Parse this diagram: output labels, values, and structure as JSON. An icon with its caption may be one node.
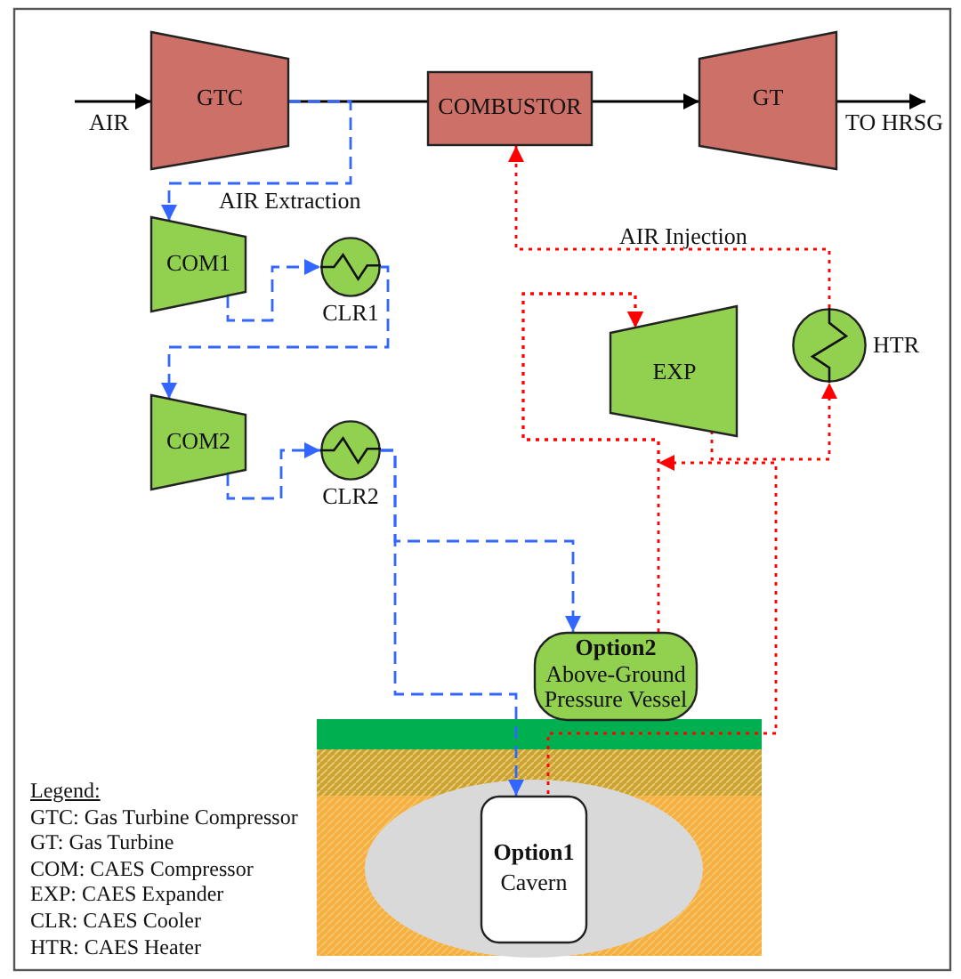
{
  "diagram": {
    "nodes": [
      {
        "text": [
          "GTC"
        ]
      },
      {
        "text": [
          "COMBUSTOR"
        ]
      },
      {
        "text": [
          "GT"
        ]
      },
      {
        "text": [
          "COM1"
        ]
      },
      {
        "text": [
          "CLR1"
        ]
      },
      {
        "text": [
          "COM2"
        ]
      },
      {
        "text": [
          "CLR2"
        ]
      },
      {
        "text": [
          "EXP"
        ]
      },
      {
        "text": [
          "HTR"
        ]
      },
      {
        "text": [
          "Option2",
          "Above-Ground Pressure Vessel"
        ]
      },
      {
        "text": [
          "Option1",
          "Cavern"
        ]
      }
    ],
    "edges": [
      {
        "from": null,
        "to": 0,
        "arrow": "to",
        "color": "#000000",
        "label": "AIR"
      },
      {
        "from": 0,
        "to": 1,
        "arrow": "none",
        "color": "#000000"
      },
      {
        "from": 1,
        "to": 2,
        "arrow": "to",
        "color": "#000000"
      },
      {
        "from": 2,
        "to": null,
        "arrow": "to",
        "color": "#000000",
        "label": "TO HRSG"
      },
      {
        "from": 0,
        "to": 3,
        "arrow": "to",
        "style": "dashed",
        "color": "#3366ff",
        "label": "AIR Extraction"
      },
      {
        "from": 3,
        "to": 4,
        "arrow": "to",
        "style": "dashed",
        "color": "#3366ff"
      },
      {
        "from": 4,
        "to": 5,
        "arrow": "to",
        "style": "dashed",
        "color": "#3366ff"
      },
      {
        "from": 5,
        "to": 6,
        "arrow": "to",
        "style": "dashed",
        "color": "#3366ff"
      },
      {
        "from": 6,
        "to": 9,
        "arrow": "to",
        "style": "dashed",
        "color": "#3366ff"
      },
      {
        "from": 6,
        "to": 10,
        "arrow": "to",
        "style": "dashed",
        "color": "#3366ff"
      },
      {
        "from": 9,
        "to": 7,
        "arrow": "to",
        "style": "dashed",
        "color": "#ff0000"
      },
      {
        "from": 10,
        "to": 7,
        "arrow": "to",
        "style": "dashed",
        "color": "#ff0000"
      },
      {
        "from": 7,
        "to": 8,
        "arrow": "to",
        "style": "dashed",
        "color": "#ff0000"
      },
      {
        "from": 8,
        "to": 1,
        "arrow": "to",
        "style": "dashed",
        "color": "#ff0000",
        "label": "AIR Injection"
      }
    ],
    "labels": [
      "Legend:",
      "GTC: Gas Turbine Compressor",
      "GT: Gas Turbine",
      "COM: CAES Compressor",
      "EXP: CAES Expander",
      "CLR: CAES Cooler",
      "HTR: CAES Heater"
    ]
  }
}
